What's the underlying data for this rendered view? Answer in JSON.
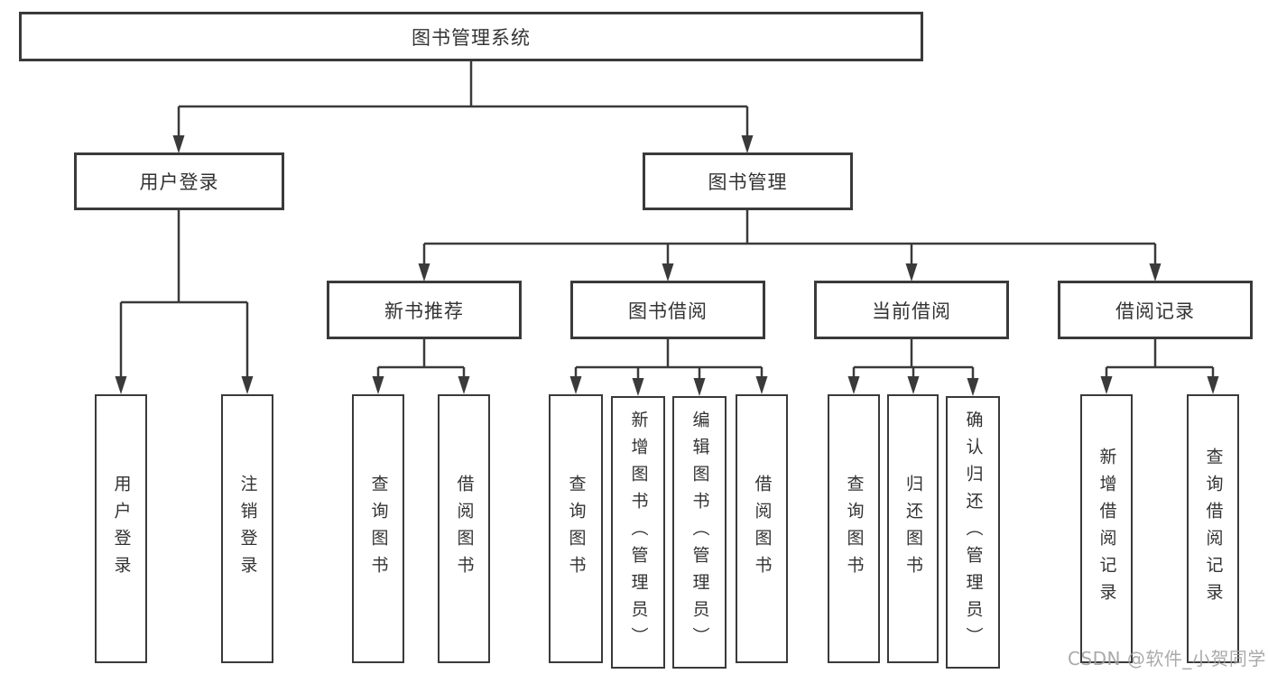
{
  "tree": {
    "root": {
      "label": "图书管理系统"
    },
    "branches": [
      {
        "label": "用户登录",
        "children": [
          {
            "label": "用户登录"
          },
          {
            "label": "注销登录"
          }
        ]
      },
      {
        "label": "图书管理",
        "sections": [
          {
            "label": "新书推荐",
            "children": [
              {
                "label": "查询图书"
              },
              {
                "label": "借阅图书"
              }
            ]
          },
          {
            "label": "图书借阅",
            "children": [
              {
                "label": "查询图书"
              },
              {
                "label": "新增图书（管理员）"
              },
              {
                "label": "编辑图书（管理员）"
              },
              {
                "label": "借阅图书"
              }
            ]
          },
          {
            "label": "当前借阅",
            "children": [
              {
                "label": "查询图书"
              },
              {
                "label": "归还图书"
              },
              {
                "label": "确认归还（管理员）"
              }
            ]
          },
          {
            "label": "借阅记录",
            "children": [
              {
                "label": "新增借阅记录"
              },
              {
                "label": "查询借阅记录"
              }
            ]
          }
        ]
      }
    ]
  },
  "colors": {
    "line": "#3a3a3a",
    "text": "#333333",
    "background": "#ffffff",
    "watermark": "#9e9e9e"
  },
  "watermark": {
    "text": "CSDN @软件_小贺同学"
  }
}
